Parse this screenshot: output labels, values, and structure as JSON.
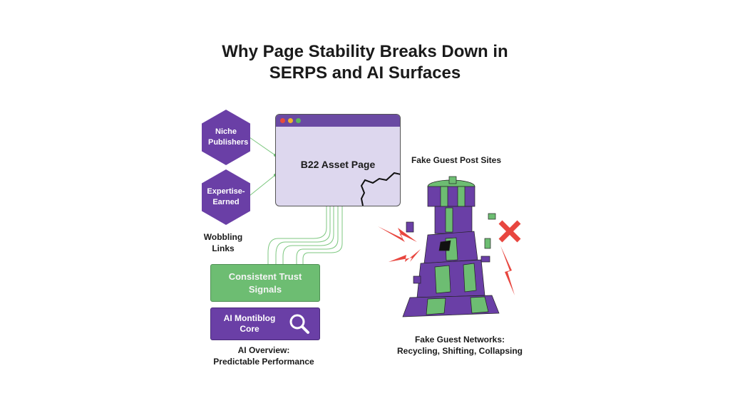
{
  "title": {
    "line1": "Why Page Stability Breaks Down in",
    "line2": "SERPS and AI Surfaces"
  },
  "nodes": {
    "niche": "Niche Publishers",
    "expertise": "Expertise-Earned",
    "window": "B22 Asset Page",
    "wobbling": "Wobbling Links",
    "trust": "Consistent Trust Signals",
    "core_line1": "AI Montiblog",
    "core_line2": "Core",
    "overview_line1": "AI Overview:",
    "overview_line2": "Predictable Performance",
    "fake_sites": "Fake Guest Post Sites",
    "fake_networks_line1": "Fake Guest Networks:",
    "fake_networks_line2": "Recycling, Shifting, Collapsing"
  },
  "icons": {
    "search": "search-icon",
    "cross": "x-mark-icon",
    "lightning": "lightning-icon",
    "crack": "crack-icon",
    "tower": "crumbling-tower-icon"
  },
  "colors": {
    "purple": "#6a3fa6",
    "green": "#6dbd72",
    "red": "#e8463f",
    "window_bg": "#ddd7ee"
  }
}
